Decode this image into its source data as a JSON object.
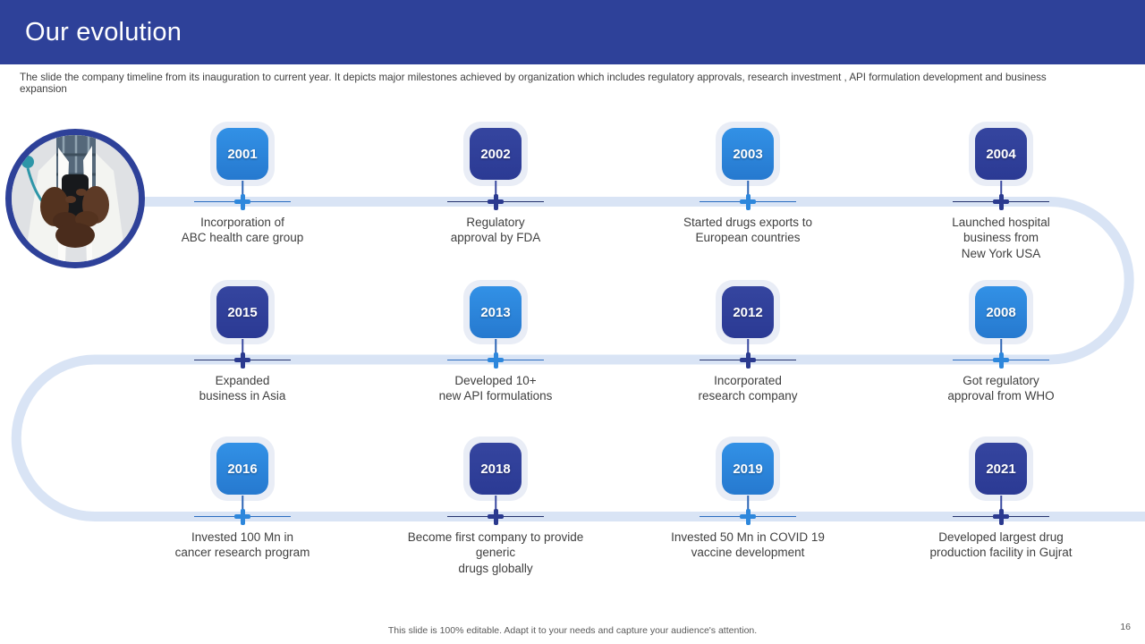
{
  "slide": {
    "title": "Our evolution",
    "subtitle": "The slide the company timeline from its inauguration to current year. It depicts major milestones achieved by organization which includes regulatory approvals, research investment , API formulation development and business expansion",
    "footer": "This slide is 100% editable. Adapt it to your needs and capture your audience's attention.",
    "page_number": "16"
  },
  "colors": {
    "header_bg": "#2e4199",
    "light_badge": "#2d87dc",
    "dark_badge": "#30409c",
    "badge_halo": "#e9edf6",
    "band": "#d9e4f5",
    "body_text": "#3f3f3f",
    "footer_text": "#595959"
  },
  "photo": {
    "alt_name": "doctor-holding-smartphone-photo"
  },
  "timeline": {
    "rows": [
      {
        "items": [
          {
            "year": "2001",
            "variant": "light",
            "description": "Incorporation of\nABC health care group"
          },
          {
            "year": "2002",
            "variant": "dark",
            "description": "Regulatory\napproval by FDA"
          },
          {
            "year": "2003",
            "variant": "light",
            "description": "Started drugs exports to\nEuropean countries"
          },
          {
            "year": "2004",
            "variant": "dark",
            "description": "Launched hospital\nbusiness from\nNew York USA"
          }
        ]
      },
      {
        "items": [
          {
            "year": "2015",
            "variant": "dark",
            "description": "Expanded\nbusiness in Asia"
          },
          {
            "year": "2013",
            "variant": "light",
            "description": "Developed 10+\nnew API formulations"
          },
          {
            "year": "2012",
            "variant": "dark",
            "description": "Incorporated\nresearch company"
          },
          {
            "year": "2008",
            "variant": "light",
            "description": "Got regulatory\napproval from WHO"
          }
        ]
      },
      {
        "items": [
          {
            "year": "2016",
            "variant": "light",
            "description": "Invested 100 Mn in\ncancer research program"
          },
          {
            "year": "2018",
            "variant": "dark",
            "description": "Become first company to provide\ngeneric\ndrugs globally"
          },
          {
            "year": "2019",
            "variant": "light",
            "description": "Invested 50 Mn in COVID 19\nvaccine development"
          },
          {
            "year": "2021",
            "variant": "dark",
            "description": "Developed largest drug\nproduction facility in Gujrat"
          }
        ]
      }
    ]
  }
}
